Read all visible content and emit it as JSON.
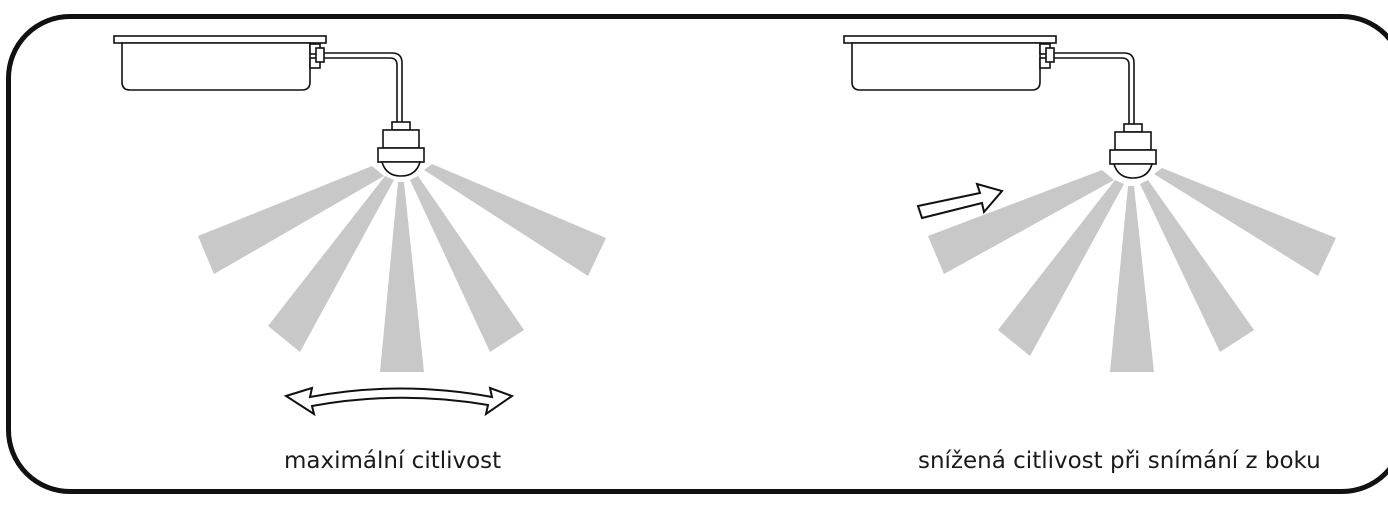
{
  "colors": {
    "outline": "#111111",
    "beam": "#c8c8c8",
    "background": "#ffffff",
    "text": "#1a1a1a"
  },
  "panels": [
    {
      "id": "left",
      "caption": "maximální citlivost",
      "movement_indicator": "double-arrow-icon",
      "beam_count": 5
    },
    {
      "id": "right",
      "caption": "snížená citlivost při snímání z boku",
      "movement_indicator": "arrow-right-icon",
      "beam_count": 5
    }
  ]
}
